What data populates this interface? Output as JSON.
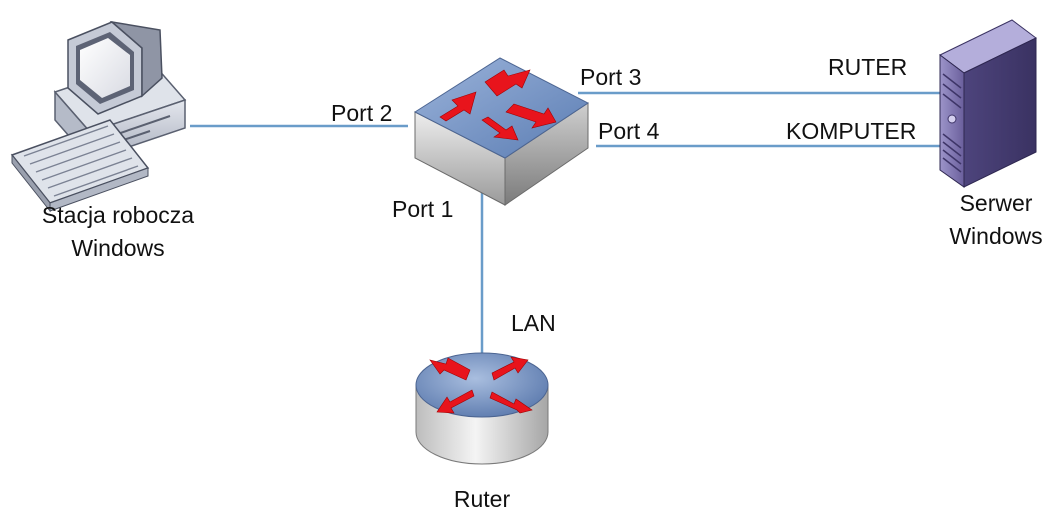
{
  "workstation": {
    "label_line1": "Stacja robocza",
    "label_line2": "Windows"
  },
  "server": {
    "label_line1": "Serwer",
    "label_line2": "Windows"
  },
  "router": {
    "label": "Ruter"
  },
  "links": {
    "port1": "Port 1",
    "port2": "Port 2",
    "port3": "Port 3",
    "port4": "Port 4",
    "port3_target": "RUTER",
    "port4_target": "KOMPUTER",
    "lan": "LAN"
  },
  "colors": {
    "link_line": "#6a9cc9",
    "arrow_red": "#e8141c",
    "switch_top": "#6f8fc0",
    "router_top": "#6f8fc0",
    "server_body": "#6a5f9c",
    "workstation_body": "#c9ced8"
  }
}
